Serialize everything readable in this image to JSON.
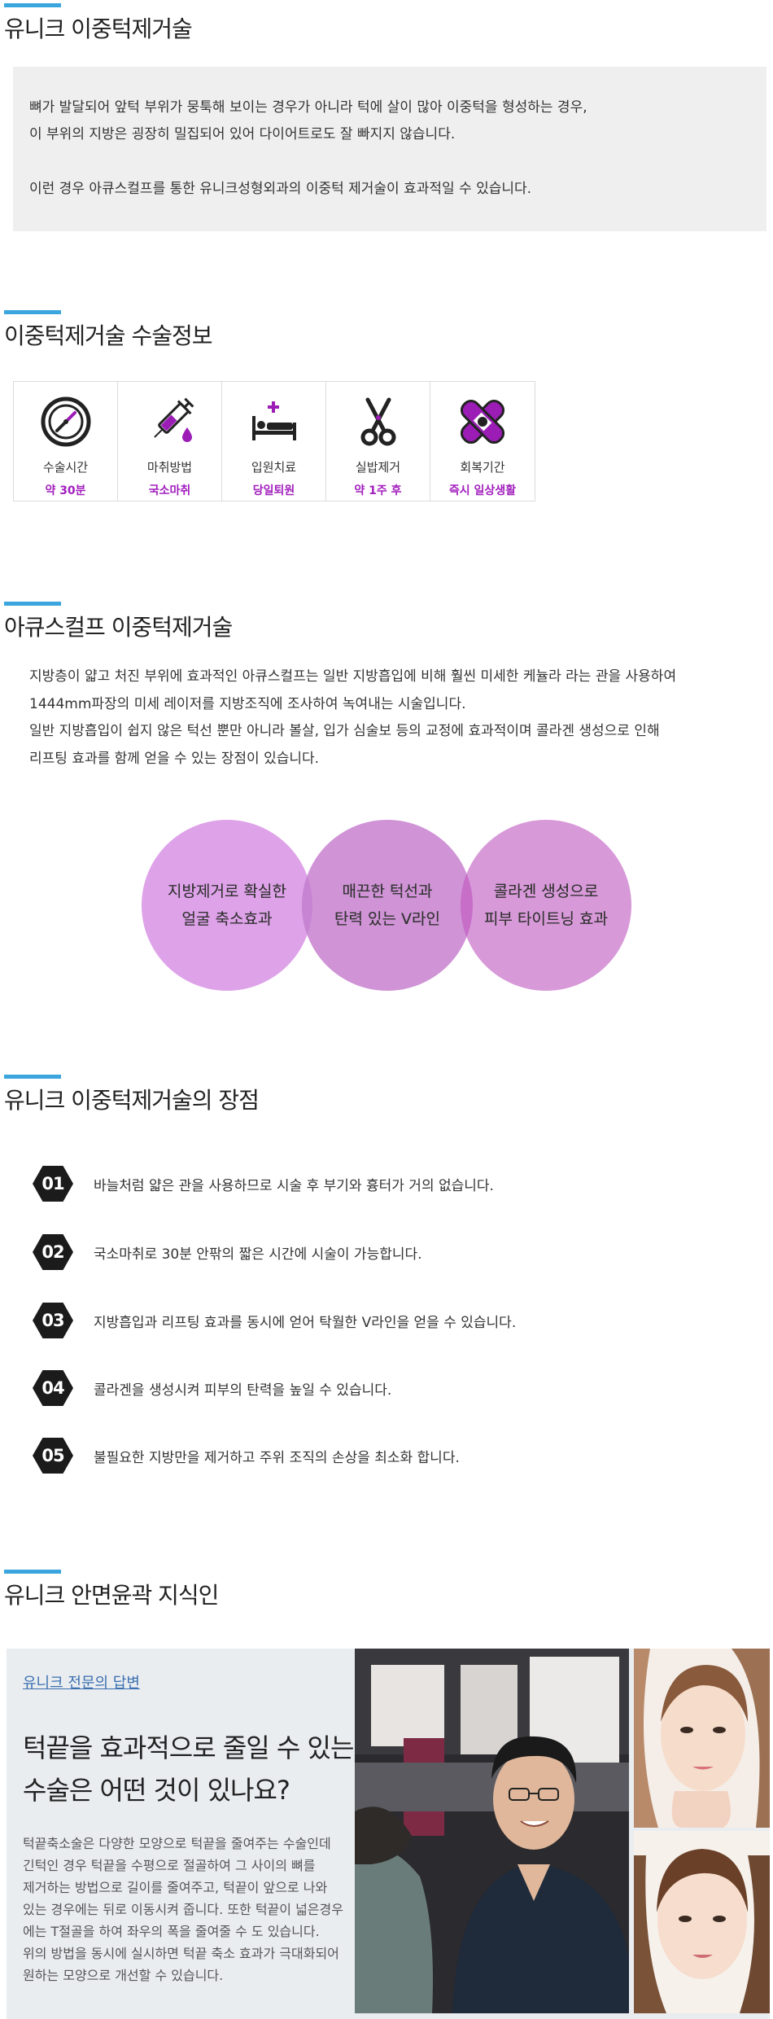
{
  "sections": {
    "s1_title": "유니크 이중턱제거술",
    "s2_title": "이중턱제거술 수술정보",
    "s3_title": "아큐스컬프 이중턱제거술",
    "s4_title": "유니크 이중턱제거술의 장점",
    "s5_title": "유니크 안면윤곽 지식인"
  },
  "intro": {
    "line1": "뼈가 발달되어 앞턱 부위가 뭉툭해 보이는 경우가 아니라 턱에 살이 많아 이중턱을 형성하는 경우,",
    "line2": "이 부위의 지방은 굉장히 밀집되어 있어 다이어트로도 잘 빠지지 않습니다.",
    "line3": "이런 경우 아큐스컬프를 통한 유니크성형외과의 이중턱 제거술이 효과적일 수 있습니다."
  },
  "info_cards": [
    {
      "label": "수술시간",
      "value": "약 30분",
      "icon": "clock-icon"
    },
    {
      "label": "마취방법",
      "value": "국소마취",
      "icon": "syringe-icon"
    },
    {
      "label": "입원치료",
      "value": "당일퇴원",
      "icon": "hospital-bed-icon"
    },
    {
      "label": "실밥제거",
      "value": "약 1주 후",
      "icon": "scissors-icon"
    },
    {
      "label": "회복기간",
      "value": "즉시 일상생활",
      "icon": "bandage-icon"
    }
  ],
  "accusculpt": {
    "line1": "지방층이 얇고 처진 부위에 효과적인 아큐스컬프는 일반 지방흡입에 비해 훨씬 미세한 케뉼라 라는 관을 사용하여",
    "line2": "1444mm파장의 미세 레이저를 지방조직에 조사하여 녹여내는 시술입니다.",
    "line3": "일반 지방흡입이 쉽지 않은 턱선 뿐만 아니라 볼살, 입가 심술보 등의 교정에 효과적이며 콜라겐 생성으로 인해",
    "line4": "리프팅 효과를 함께 얻을 수 있는 장점이 있습니다."
  },
  "circles": [
    {
      "line1": "지방제거로 확실한",
      "line2": "얼굴 축소효과"
    },
    {
      "line1": "매끈한 턱선과",
      "line2": "탄력 있는 V라인"
    },
    {
      "line1": "콜라겐 생성으로",
      "line2": "피부 타이트닝 효과"
    }
  ],
  "advantages": [
    {
      "num": "01",
      "text": "바늘처럼 얇은 관을 사용하므로 시술 후 부기와 흉터가 거의 없습니다."
    },
    {
      "num": "02",
      "text": "국소마취로 30분 안팎의 짧은 시간에 시술이 가능합니다."
    },
    {
      "num": "03",
      "text": "지방흡입과 리프팅 효과를 동시에 얻어 탁월한 V라인을 얻을 수 있습니다."
    },
    {
      "num": "04",
      "text": "콜라겐을 생성시켜 피부의 탄력을 높일 수 있습니다."
    },
    {
      "num": "05",
      "text": "불필요한 지방만을 제거하고 주위 조직의 손상을 최소화 합니다."
    }
  ],
  "expert": {
    "link": "유니크 전문의 답변",
    "q1": "턱끝을 효과적으로 줄일 수 있는",
    "q2": "수술은 어떤 것이 있나요?",
    "a1": "턱끝축소술은 다양한 모양으로 턱끝을 줄여주는 수술인데",
    "a2": "긴턱인 경우 턱끝을 수평으로 절골하여 그 사이의 뼈를",
    "a3": "제거하는 방법으로 길이를 줄여주고, 턱끝이 앞으로 나와",
    "a4": "있는 경우에는 뒤로 이동시켜 줍니다. 또한 턱끝이 넓은경우",
    "a5": "에는 T절골을 하여 좌우의 폭을 줄여줄 수 도 있습니다.",
    "a6": "위의 방법을 동시에 실시하면 턱끝 축소 효과가 극대화되어",
    "a7": "원하는 모양으로 개선할 수 있습니다."
  },
  "colors": {
    "accent_bar": "#3aa6dd",
    "value_purple": "#a21fbd",
    "circle1": "#dea2e9",
    "circle2": "#cf93d6",
    "circle3": "#d899d9"
  }
}
